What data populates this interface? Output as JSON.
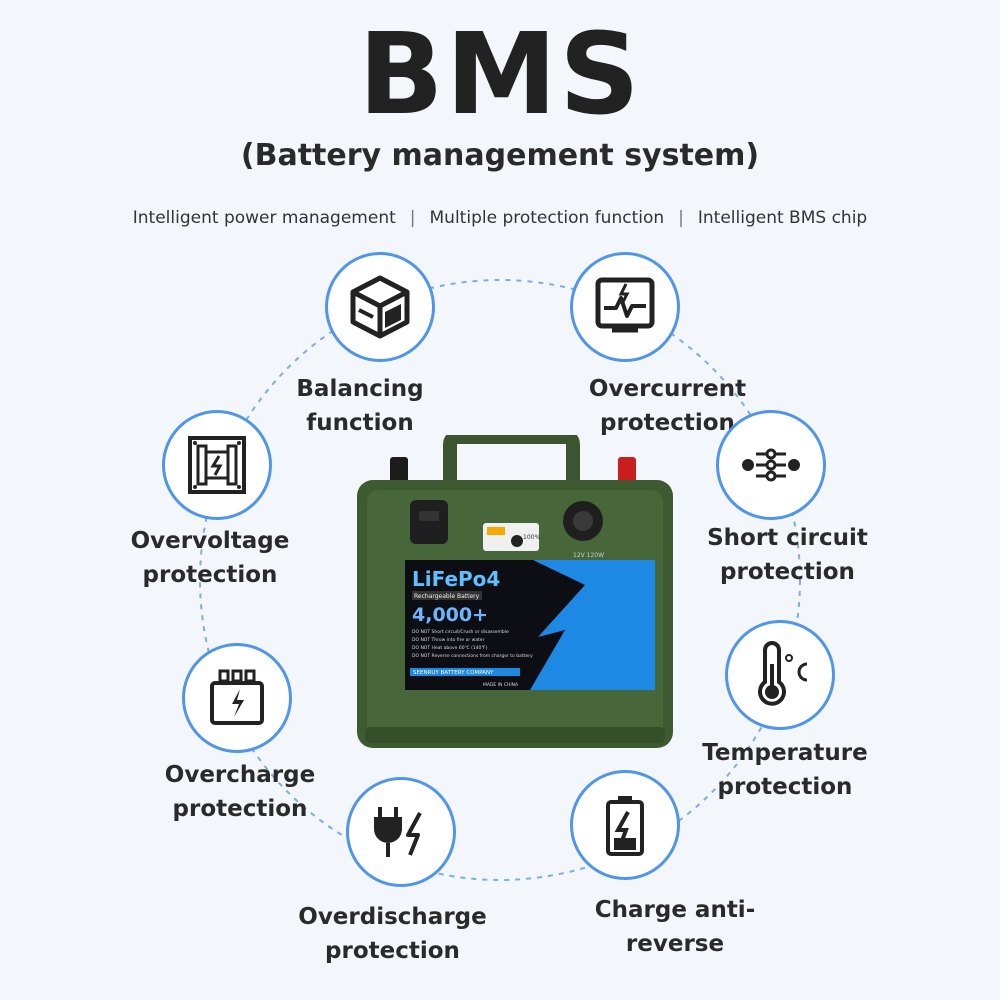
{
  "title": "BMS",
  "subtitle": "(Battery management system)",
  "features": [
    "Intelligent power management",
    "Multiple protection function",
    "Intelligent BMS chip"
  ],
  "feature_separator": "|",
  "functions": {
    "balancing": "Balancing function",
    "overcurrent": "Overcurrent protection",
    "overvoltage_1": "Overvoltage",
    "overvoltage_2": "protection",
    "short_circuit_1": "Short circuit",
    "short_circuit_2": "protection",
    "overcharge_1": "Overcharge",
    "overcharge_2": "protection",
    "temperature_1": "Temperature",
    "temperature_2": "protection",
    "overdischarge_1": "Overdischarge",
    "overdischarge_2": "protection",
    "anti_reverse": "Charge anti-reverse"
  },
  "battery": {
    "brand": "LiFePo4",
    "type": "Rechargeable Battery",
    "cycles": "4,000+",
    "warnings": [
      "DO NOT Short circuit/Crush or disassemble",
      "DO NOT Throw into fire or water",
      "DO NOT Heat above 60℃ (140℉)",
      "DO NOT Reverse connections from charger to battery"
    ],
    "company": "SEENRUY BATTERY COMPANY",
    "made_in": "MADE IN CHINA",
    "usb_label": "12V 120W",
    "power_level": "100%"
  },
  "colors": {
    "accent": "#4f95ea",
    "case_green": "#3e5a31",
    "label_blue": "#1e88e5"
  }
}
